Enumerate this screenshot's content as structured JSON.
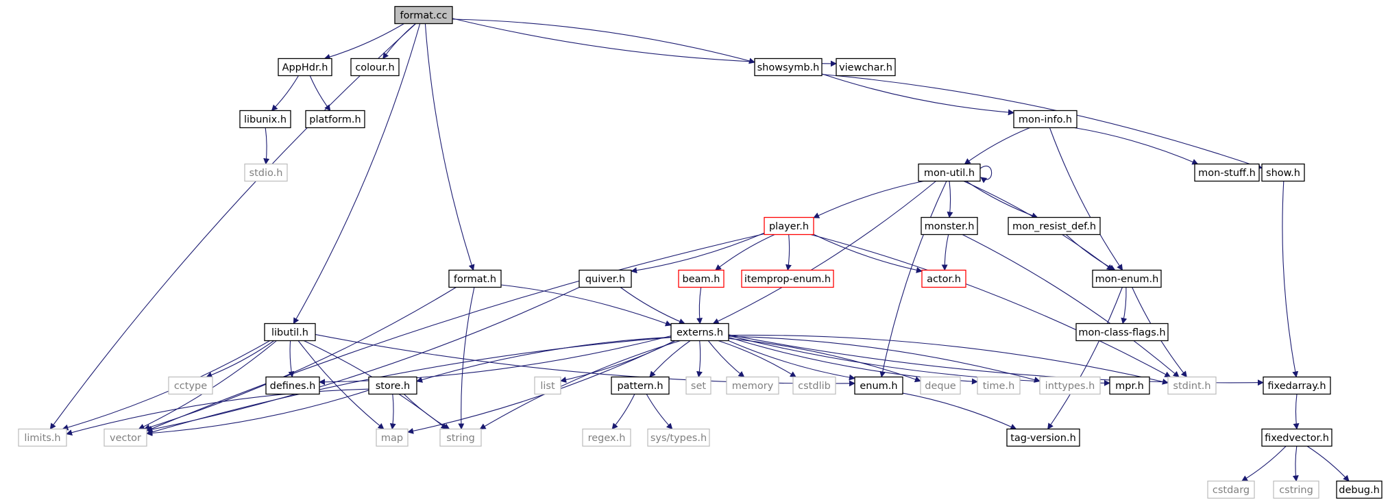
{
  "colors": {
    "edge": "#191970",
    "root_fill": "#bfbfbf",
    "node_border": "#000000",
    "system_border": "#bfbfbf",
    "system_text": "#7f7f7f",
    "truncated_border": "#ff0000"
  },
  "nodes": [
    {
      "id": "format_cc",
      "label": "format.cc",
      "kind": "root"
    },
    {
      "id": "limits_h",
      "label": "limits.h",
      "kind": "system"
    },
    {
      "id": "apphdr_h",
      "label": "AppHdr.h",
      "kind": "normal"
    },
    {
      "id": "colour_h",
      "label": "colour.h",
      "kind": "normal"
    },
    {
      "id": "libutil_h",
      "label": "libutil.h",
      "kind": "normal"
    },
    {
      "id": "format_h",
      "label": "format.h",
      "kind": "normal"
    },
    {
      "id": "showsymb_h",
      "label": "showsymb.h",
      "kind": "normal"
    },
    {
      "id": "viewchar_h",
      "label": "viewchar.h",
      "kind": "normal"
    },
    {
      "id": "libunix_h",
      "label": "libunix.h",
      "kind": "normal"
    },
    {
      "id": "platform_h",
      "label": "platform.h",
      "kind": "normal"
    },
    {
      "id": "stdio_h",
      "label": "stdio.h",
      "kind": "system"
    },
    {
      "id": "mon_info_h",
      "label": "mon-info.h",
      "kind": "normal"
    },
    {
      "id": "mon_util_h",
      "label": "mon-util.h",
      "kind": "normal"
    },
    {
      "id": "mon_stuff_h",
      "label": "mon-stuff.h",
      "kind": "normal"
    },
    {
      "id": "show_h",
      "label": "show.h",
      "kind": "normal"
    },
    {
      "id": "player_h",
      "label": "player.h",
      "kind": "truncated"
    },
    {
      "id": "monster_h",
      "label": "monster.h",
      "kind": "normal"
    },
    {
      "id": "mon_resist_def_h",
      "label": "mon_resist_def.h",
      "kind": "normal"
    },
    {
      "id": "quiver_h",
      "label": "quiver.h",
      "kind": "normal"
    },
    {
      "id": "beam_h",
      "label": "beam.h",
      "kind": "truncated"
    },
    {
      "id": "itemprop_enum_h",
      "label": "itemprop-enum.h",
      "kind": "truncated"
    },
    {
      "id": "actor_h",
      "label": "actor.h",
      "kind": "truncated"
    },
    {
      "id": "mon_enum_h",
      "label": "mon-enum.h",
      "kind": "normal"
    },
    {
      "id": "externs_h",
      "label": "externs.h",
      "kind": "normal"
    },
    {
      "id": "mon_class_flags_h",
      "label": "mon-class-flags.h",
      "kind": "normal"
    },
    {
      "id": "cctype",
      "label": "cctype",
      "kind": "system"
    },
    {
      "id": "defines_h",
      "label": "defines.h",
      "kind": "normal"
    },
    {
      "id": "store_h",
      "label": "store.h",
      "kind": "normal"
    },
    {
      "id": "list",
      "label": "list",
      "kind": "system"
    },
    {
      "id": "pattern_h",
      "label": "pattern.h",
      "kind": "normal"
    },
    {
      "id": "set",
      "label": "set",
      "kind": "system"
    },
    {
      "id": "memory",
      "label": "memory",
      "kind": "system"
    },
    {
      "id": "cstdlib",
      "label": "cstdlib",
      "kind": "system"
    },
    {
      "id": "enum_h",
      "label": "enum.h",
      "kind": "normal"
    },
    {
      "id": "deque",
      "label": "deque",
      "kind": "system"
    },
    {
      "id": "time_h",
      "label": "time.h",
      "kind": "system"
    },
    {
      "id": "inttypes_h",
      "label": "inttypes.h",
      "kind": "system"
    },
    {
      "id": "mpr_h",
      "label": "mpr.h",
      "kind": "normal"
    },
    {
      "id": "stdint_h",
      "label": "stdint.h",
      "kind": "system"
    },
    {
      "id": "fixedarray_h",
      "label": "fixedarray.h",
      "kind": "normal"
    },
    {
      "id": "vector",
      "label": "vector",
      "kind": "system"
    },
    {
      "id": "map",
      "label": "map",
      "kind": "system"
    },
    {
      "id": "string",
      "label": "string",
      "kind": "system"
    },
    {
      "id": "regex_h",
      "label": "regex.h",
      "kind": "system"
    },
    {
      "id": "sys_types_h",
      "label": "sys/types.h",
      "kind": "system"
    },
    {
      "id": "tag_version_h",
      "label": "tag-version.h",
      "kind": "normal"
    },
    {
      "id": "fixedvector_h",
      "label": "fixedvector.h",
      "kind": "normal"
    },
    {
      "id": "cstdarg",
      "label": "cstdarg",
      "kind": "system"
    },
    {
      "id": "cstring",
      "label": "cstring",
      "kind": "system"
    },
    {
      "id": "debug_h",
      "label": "debug.h",
      "kind": "normal"
    }
  ],
  "edges": [
    [
      "format_cc",
      "limits_h"
    ],
    [
      "format_cc",
      "apphdr_h"
    ],
    [
      "format_cc",
      "colour_h"
    ],
    [
      "format_cc",
      "libutil_h"
    ],
    [
      "format_cc",
      "format_h"
    ],
    [
      "format_cc",
      "showsymb_h"
    ],
    [
      "format_cc",
      "viewchar_h"
    ],
    [
      "apphdr_h",
      "libunix_h"
    ],
    [
      "apphdr_h",
      "platform_h"
    ],
    [
      "libunix_h",
      "stdio_h"
    ],
    [
      "showsymb_h",
      "mon_info_h"
    ],
    [
      "showsymb_h",
      "show_h"
    ],
    [
      "mon_info_h",
      "mon_util_h"
    ],
    [
      "mon_info_h",
      "mon_stuff_h"
    ],
    [
      "mon_info_h",
      "mon_enum_h"
    ],
    [
      "mon_util_h",
      "mon_util_h"
    ],
    [
      "mon_util_h",
      "player_h"
    ],
    [
      "mon_util_h",
      "monster_h"
    ],
    [
      "mon_util_h",
      "mon_resist_def_h"
    ],
    [
      "mon_util_h",
      "externs_h"
    ],
    [
      "mon_util_h",
      "enum_h"
    ],
    [
      "mon_util_h",
      "mon_enum_h"
    ],
    [
      "player_h",
      "vector"
    ],
    [
      "player_h",
      "quiver_h"
    ],
    [
      "player_h",
      "beam_h"
    ],
    [
      "player_h",
      "itemprop_enum_h"
    ],
    [
      "player_h",
      "actor_h"
    ],
    [
      "player_h",
      "stdint_h"
    ],
    [
      "monster_h",
      "actor_h"
    ],
    [
      "monster_h",
      "stdint_h"
    ],
    [
      "mon_resist_def_h",
      "mon_enum_h"
    ],
    [
      "mon_enum_h",
      "mon_class_flags_h"
    ],
    [
      "mon_enum_h",
      "stdint_h"
    ],
    [
      "mon_enum_h",
      "tag_version_h"
    ],
    [
      "show_h",
      "fixedarray_h"
    ],
    [
      "format_h",
      "vector"
    ],
    [
      "format_h",
      "string"
    ],
    [
      "format_h",
      "externs_h"
    ],
    [
      "quiver_h",
      "externs_h"
    ],
    [
      "quiver_h",
      "vector"
    ],
    [
      "beam_h",
      "externs_h"
    ],
    [
      "libutil_h",
      "cctype"
    ],
    [
      "libutil_h",
      "defines_h"
    ],
    [
      "libutil_h",
      "vector"
    ],
    [
      "libutil_h",
      "map"
    ],
    [
      "libutil_h",
      "string"
    ],
    [
      "libutil_h",
      "enum_h"
    ],
    [
      "libutil_h",
      "limits_h"
    ],
    [
      "externs_h",
      "vector"
    ],
    [
      "externs_h",
      "defines_h"
    ],
    [
      "externs_h",
      "store_h"
    ],
    [
      "externs_h",
      "map"
    ],
    [
      "externs_h",
      "string"
    ],
    [
      "externs_h",
      "list"
    ],
    [
      "externs_h",
      "pattern_h"
    ],
    [
      "externs_h",
      "set"
    ],
    [
      "externs_h",
      "memory"
    ],
    [
      "externs_h",
      "cstdlib"
    ],
    [
      "externs_h",
      "enum_h"
    ],
    [
      "externs_h",
      "deque"
    ],
    [
      "externs_h",
      "time_h"
    ],
    [
      "externs_h",
      "inttypes_h"
    ],
    [
      "externs_h",
      "mpr_h"
    ],
    [
      "externs_h",
      "stdint_h"
    ],
    [
      "externs_h",
      "fixedarray_h"
    ],
    [
      "store_h",
      "map"
    ],
    [
      "store_h",
      "string"
    ],
    [
      "store_h",
      "vector"
    ],
    [
      "store_h",
      "limits_h"
    ],
    [
      "pattern_h",
      "regex_h"
    ],
    [
      "pattern_h",
      "sys_types_h"
    ],
    [
      "enum_h",
      "tag_version_h"
    ],
    [
      "fixedarray_h",
      "fixedvector_h"
    ],
    [
      "fixedvector_h",
      "cstdarg"
    ],
    [
      "fixedvector_h",
      "cstring"
    ],
    [
      "fixedvector_h",
      "debug_h"
    ]
  ]
}
